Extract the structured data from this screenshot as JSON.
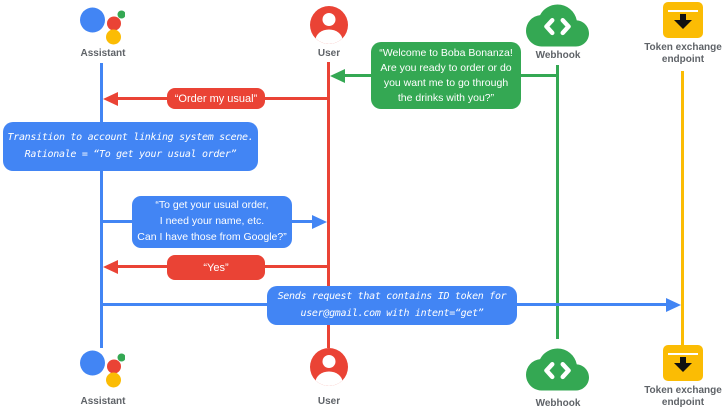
{
  "actors": {
    "assistant": {
      "label": "Assistant"
    },
    "user": {
      "label": "User"
    },
    "webhook": {
      "label": "Webhook"
    },
    "token": {
      "line1": "Token exchange",
      "line2": "endpoint"
    }
  },
  "messages": {
    "welcome": {
      "line1": "“Welcome to Boba Bonanza!",
      "line2": "Are you ready to order or do",
      "line3": "you want me to go through",
      "line4": "the drinks with you?”"
    },
    "order_usual": {
      "text": "“Order my usual”"
    },
    "transition_note": {
      "line1": "Transition to account linking system scene.",
      "line2": "Rationale = “To get your usual order”"
    },
    "need_info": {
      "line1": "“To get your usual order,",
      "line2": "I need your name, etc.",
      "line3": "Can I have those from Google?”"
    },
    "yes": {
      "text": "“Yes”"
    },
    "send_request": {
      "line1": "Sends request that contains ID token for",
      "line2": "user@gmail.com with intent=“get”"
    }
  },
  "colors": {
    "blue": "#4285F4",
    "red": "#EA4335",
    "green": "#34A853",
    "yellow": "#FBBC04",
    "label_grey": "#5F6368",
    "background": "#FFFFFF"
  }
}
